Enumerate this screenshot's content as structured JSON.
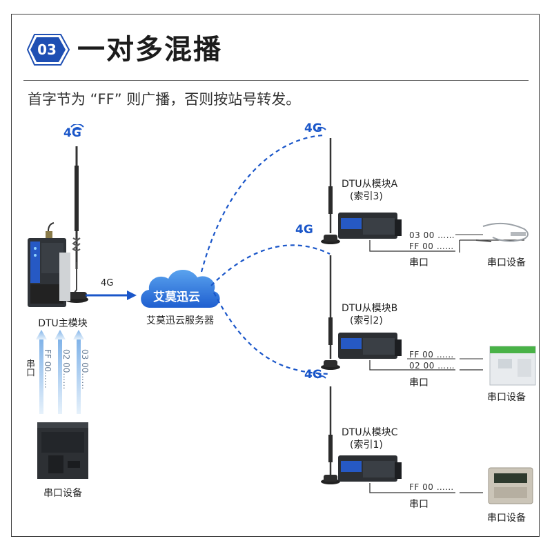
{
  "header": {
    "badge": "03",
    "title": "一对多混播",
    "subtitle": "首字节为 “FF” 则广播，否则按站号转发。"
  },
  "master": {
    "label": "DTU主模块",
    "signal": "4G",
    "link_label": "4G",
    "serial_label": "串口",
    "data_lines": [
      "FF 00……",
      "02 00……",
      "03 00……"
    ],
    "device_label": "串口设备"
  },
  "cloud": {
    "name": "艾莫迅云",
    "label": "艾莫迅云服务器"
  },
  "slaves": [
    {
      "name": "DTU从模块A",
      "index": "(索引3)",
      "signal": "4G",
      "data": [
        "03 00 ……",
        "FF 00 ……"
      ],
      "serial_label": "串口",
      "device_label": "串口设备"
    },
    {
      "name": "DTU从模块B",
      "index": "(索引2)",
      "signal": "4G",
      "data": [
        "FF 00 ……",
        "02 00 ……"
      ],
      "serial_label": "串口",
      "device_label": "串口设备"
    },
    {
      "name": "DTU从模块C",
      "index": "(索引1)",
      "signal": "4G",
      "data": [
        "FF 00 ……"
      ],
      "serial_label": "串口",
      "device_label": "串口设备"
    }
  ],
  "colors": {
    "accent": "#1a56c9",
    "badge": "#1e4fb3",
    "arrow_light": "#bcd8f2",
    "device_dark": "#2c2f33"
  }
}
